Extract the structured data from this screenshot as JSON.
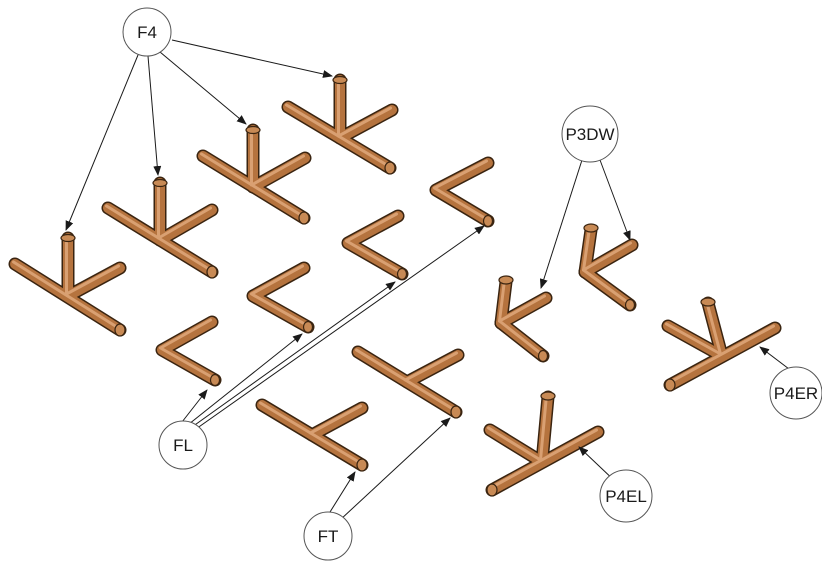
{
  "labels": {
    "f4": "F4",
    "fl": "FL",
    "ft": "FT",
    "p3dw": "P3DW",
    "p4el": "P4EL",
    "p4er": "P4ER"
  },
  "colors": {
    "tube": "#b5733e",
    "tube_edge": "#3a2410",
    "highlight": "#d9a072",
    "leader": "#1a1a1a",
    "bubble_stroke": "#555555"
  }
}
